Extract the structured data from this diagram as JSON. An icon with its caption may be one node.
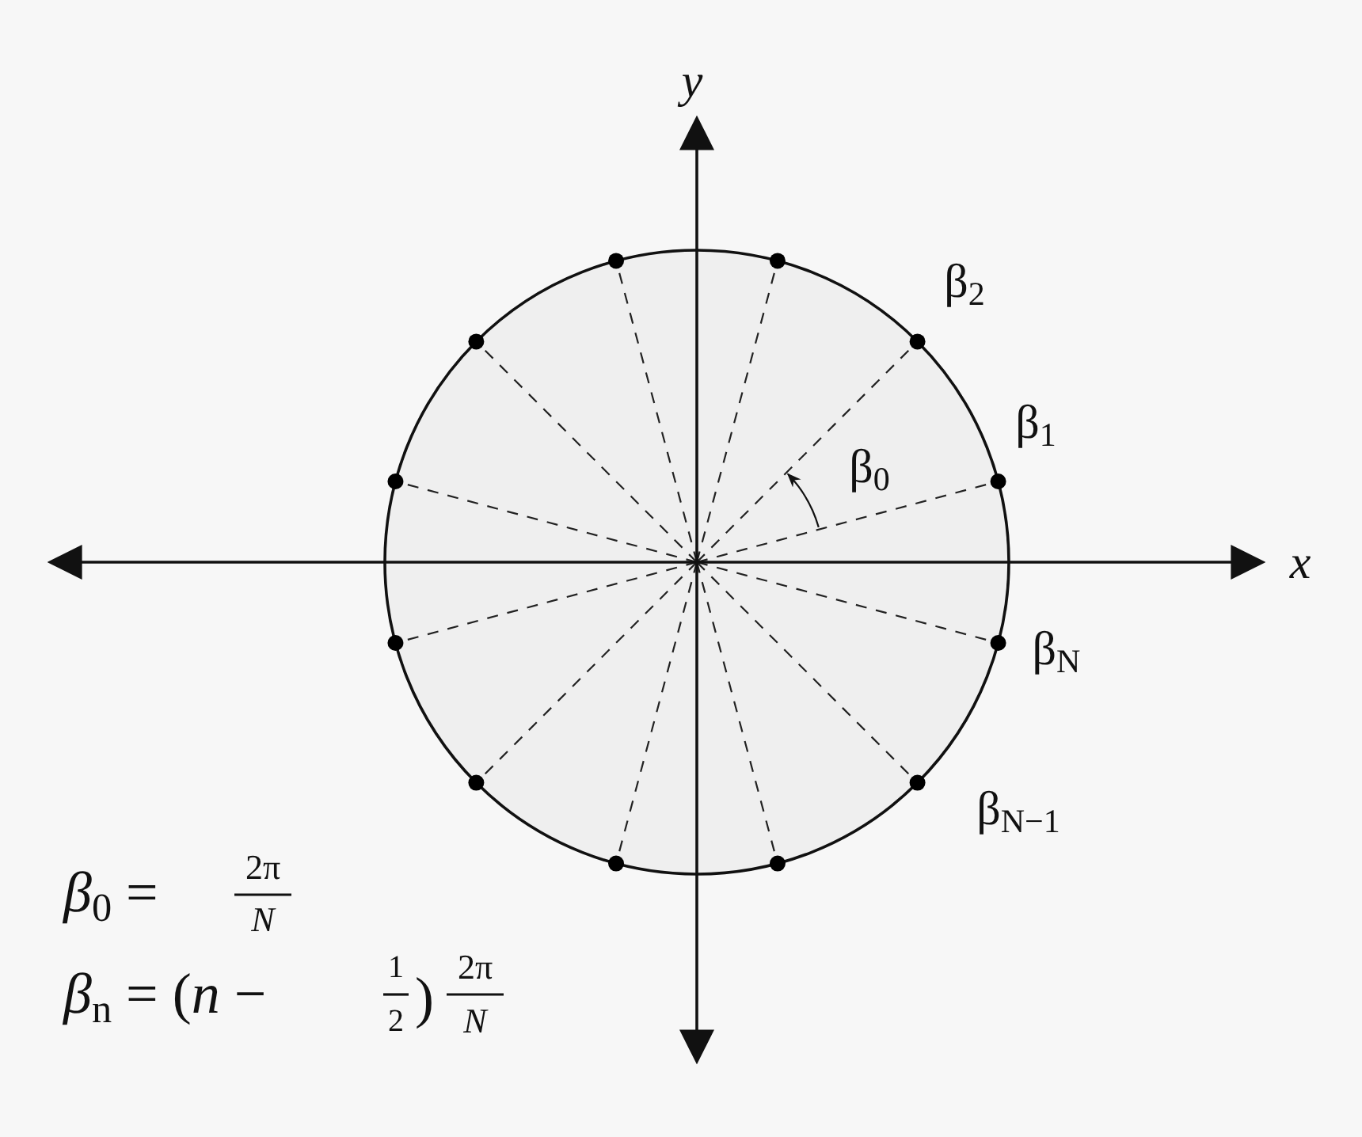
{
  "diagram": {
    "labels": [
      "y",
      "x",
      "β$_{2}$",
      "β$_{1}$",
      "β$_{0}$",
      "β$_{N}$",
      "β$_{N−1}$",
      "*β*$_{0}$ =",
      "2π",
      "N",
      "*β*$_{n}$ = (*n* −",
      "1",
      "2",
      ")",
      "2π",
      "N"
    ]
  }
}
